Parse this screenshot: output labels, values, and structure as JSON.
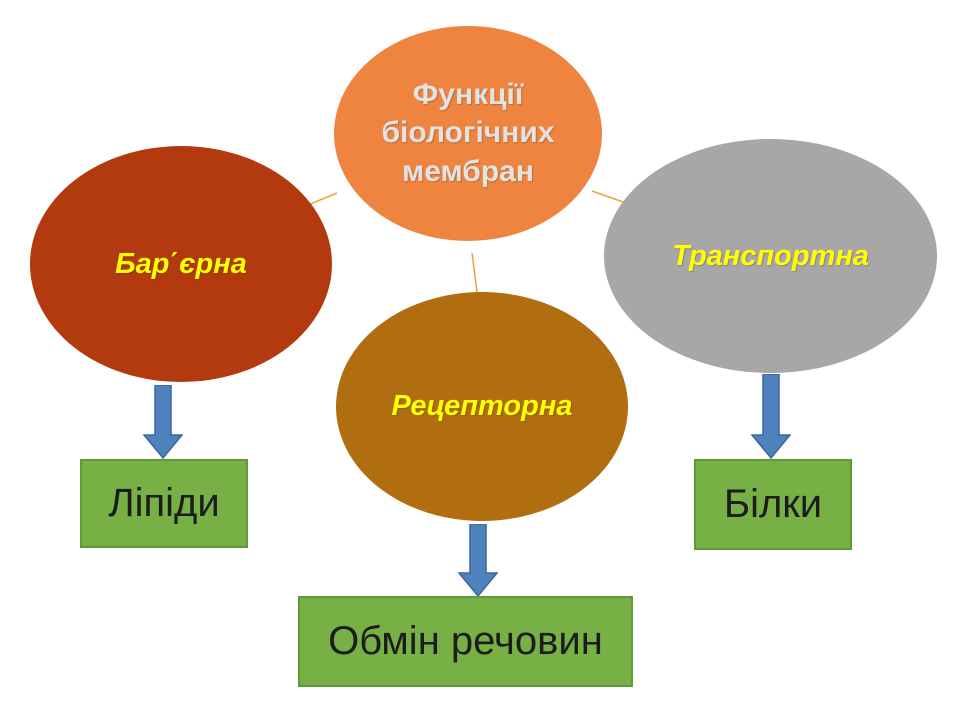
{
  "slide": {
    "background": "#FFFFFF",
    "center_node": {
      "label": "Функції біологічних мембран",
      "fill": "#EE8440",
      "text_color": "#E3E3E3"
    },
    "function_nodes": [
      {
        "label": "Бар΄єрна",
        "fill": "#B33A0F",
        "text_color": "#FFFF00"
      },
      {
        "label": "Транспортна",
        "fill": "#A7A7A7",
        "text_color": "#FFFF00"
      },
      {
        "label": "Рецепторна",
        "fill": "#B16E10",
        "text_color": "#FFFF00"
      }
    ],
    "result_boxes": [
      {
        "label": "Ліпіди"
      },
      {
        "label": "Білки"
      },
      {
        "label": "Обмін речовин"
      }
    ],
    "box_style": {
      "fill": "#77B044",
      "border": "#5F9A39",
      "text_color": "#1C1C1C"
    },
    "arrow_style": {
      "fill": "#4F81BD",
      "stroke": "#3A679E"
    },
    "connector_color": "#EDA23C"
  }
}
